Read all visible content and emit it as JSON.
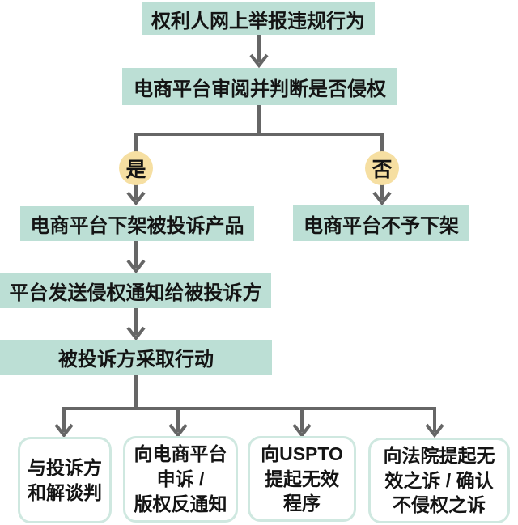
{
  "flowchart": {
    "colors": {
      "node_fill": "#bcdfd5",
      "text": "#141414",
      "decision_fill": "#f6dfa2",
      "arrow": "#666666",
      "outcome_border": "#cfe8e0",
      "outcome_fill": "#ffffff",
      "background": "#ffffff"
    },
    "nodes": {
      "report": "权利人网上举报违规行为",
      "review": "电商平台审阅并判断是否侵权",
      "yes": "是",
      "no": "否",
      "takedown": "电商平台下架被投诉产品",
      "no_takedown": "电商平台不予下架",
      "notice": "平台发送侵权通知给被投诉方",
      "action": "被投诉方采取行动"
    },
    "outcomes": [
      {
        "lines": [
          "与投诉方",
          "和解谈判"
        ]
      },
      {
        "lines": [
          "向电商平台",
          "申诉 /",
          "版权反通知"
        ]
      },
      {
        "lines": [
          "向USPTO",
          "提起无效",
          "程序"
        ]
      },
      {
        "lines": [
          "向法院提起无",
          "效之诉 / 确认",
          "不侵权之诉"
        ]
      }
    ]
  }
}
